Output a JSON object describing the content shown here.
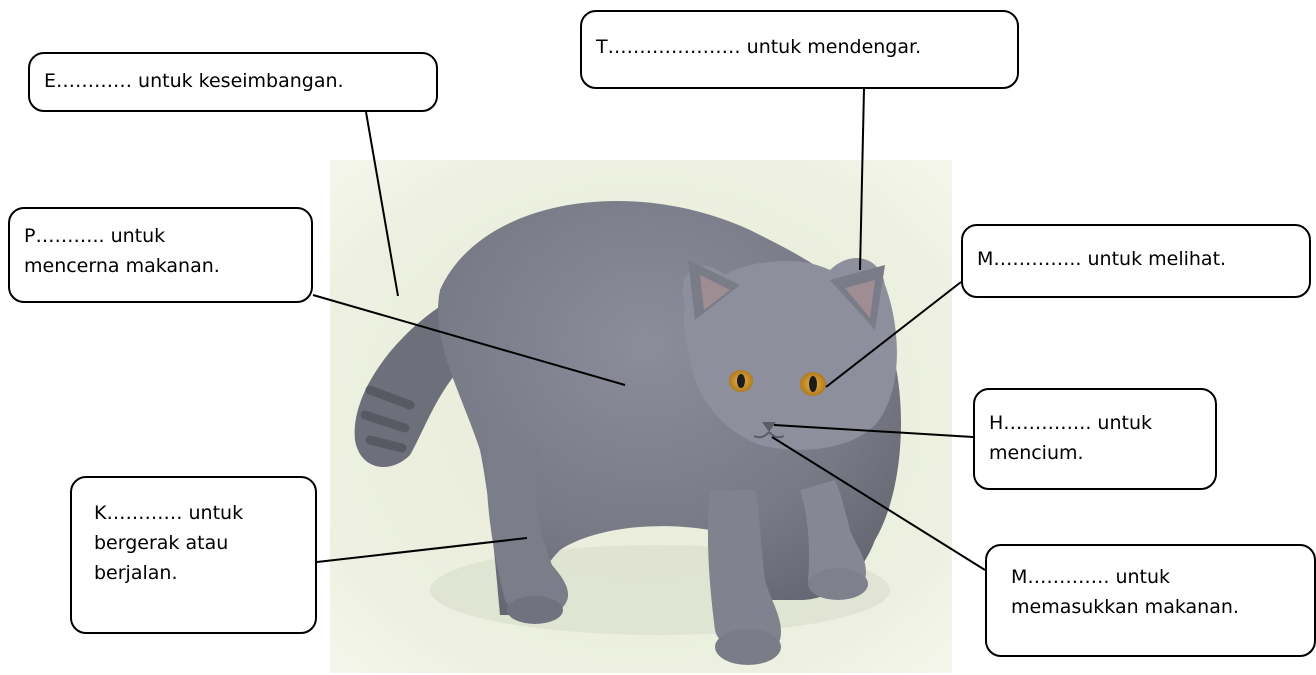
{
  "labels": {
    "ekor": [
      "E………… untuk keseimbangan."
    ],
    "telinga": [
      "T………………… untuk mendengar."
    ],
    "perut": [
      "P……….. untuk",
      "mencerna makanan."
    ],
    "mata": [
      "M………….. untuk melihat."
    ],
    "hidung": [
      "H………….. untuk",
      "mencium."
    ],
    "kaki": [
      "K………… untuk",
      "bergerak atau",
      "berjalan."
    ],
    "mulut": [
      "M…………. untuk",
      "memasukkan makanan."
    ]
  }
}
